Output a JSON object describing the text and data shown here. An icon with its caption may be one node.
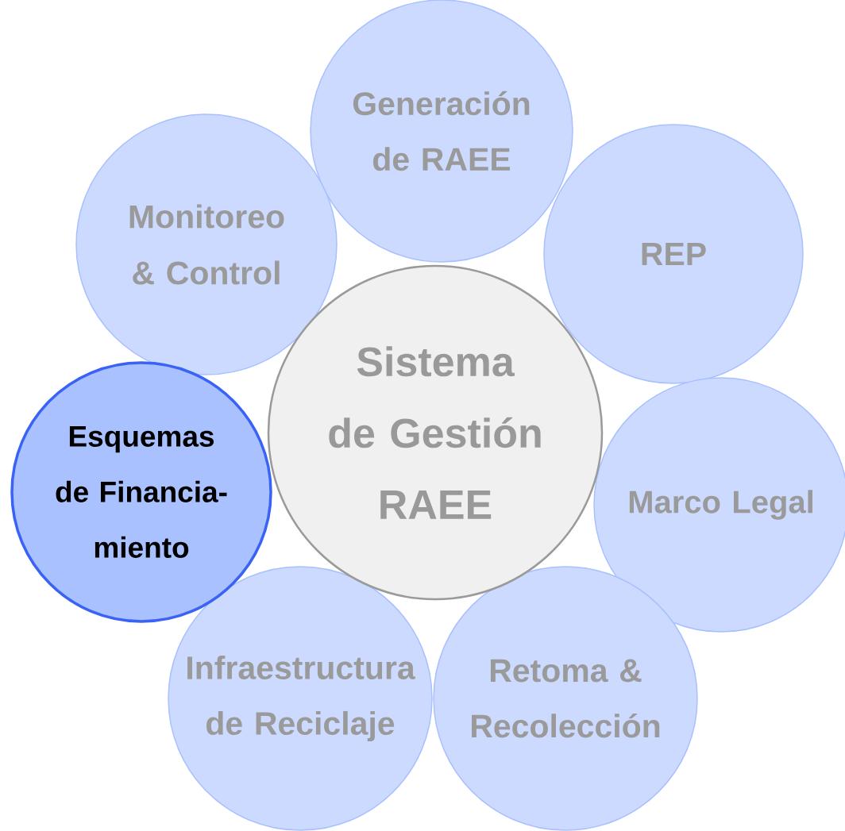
{
  "diagram": {
    "nodes": [
      {
        "text": [
          "Generación de RAEE"
        ]
      },
      {
        "text": [
          "Monitoreo & Control"
        ]
      },
      {
        "text": [
          "REP"
        ]
      },
      {
        "text": [
          "Sistema de Gestión RAEE"
        ]
      },
      {
        "text": [
          "Esquemas de Financia- miento"
        ]
      },
      {
        "text": [
          "Marco Legal"
        ]
      },
      {
        "text": [
          "Infraestructura de Reciclaje"
        ]
      },
      {
        "text": [
          "Retoma & Recolección"
        ]
      }
    ]
  }
}
